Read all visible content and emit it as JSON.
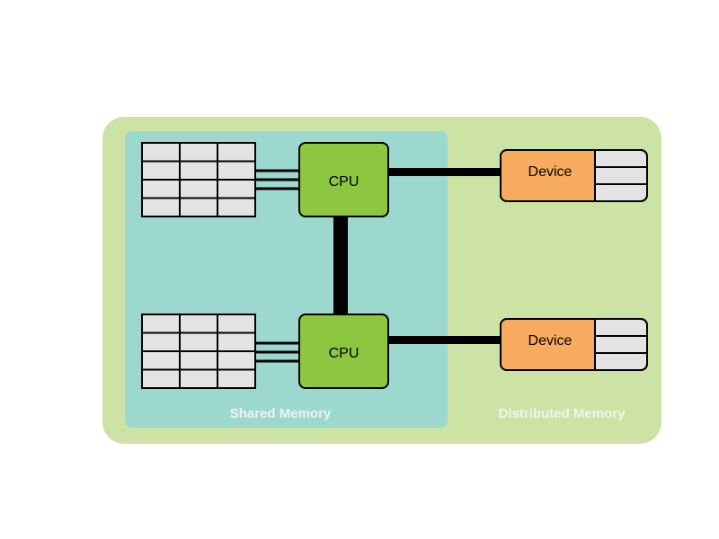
{
  "colors": {
    "outer_region": "#cde3a6",
    "shared_region": "#9dd8cf",
    "cpu": "#8dc63f",
    "device": "#f9ab5f",
    "memory_cell": "#e3e3e3",
    "device_cell": "#e3e3e3",
    "link": "#000000",
    "region_label": "#eef4ef"
  },
  "labels": {
    "cpu_top": "CPU",
    "cpu_bottom": "CPU",
    "device_top": "Device",
    "device_bottom": "Device",
    "shared_memory": "Shared Memory",
    "distributed_memory": "Distributed Memory"
  },
  "memory_grid": {
    "rows": 4,
    "cols": 3
  },
  "device_slots": 3,
  "icons": [
    "memory-grid",
    "device-slot-stack"
  ]
}
